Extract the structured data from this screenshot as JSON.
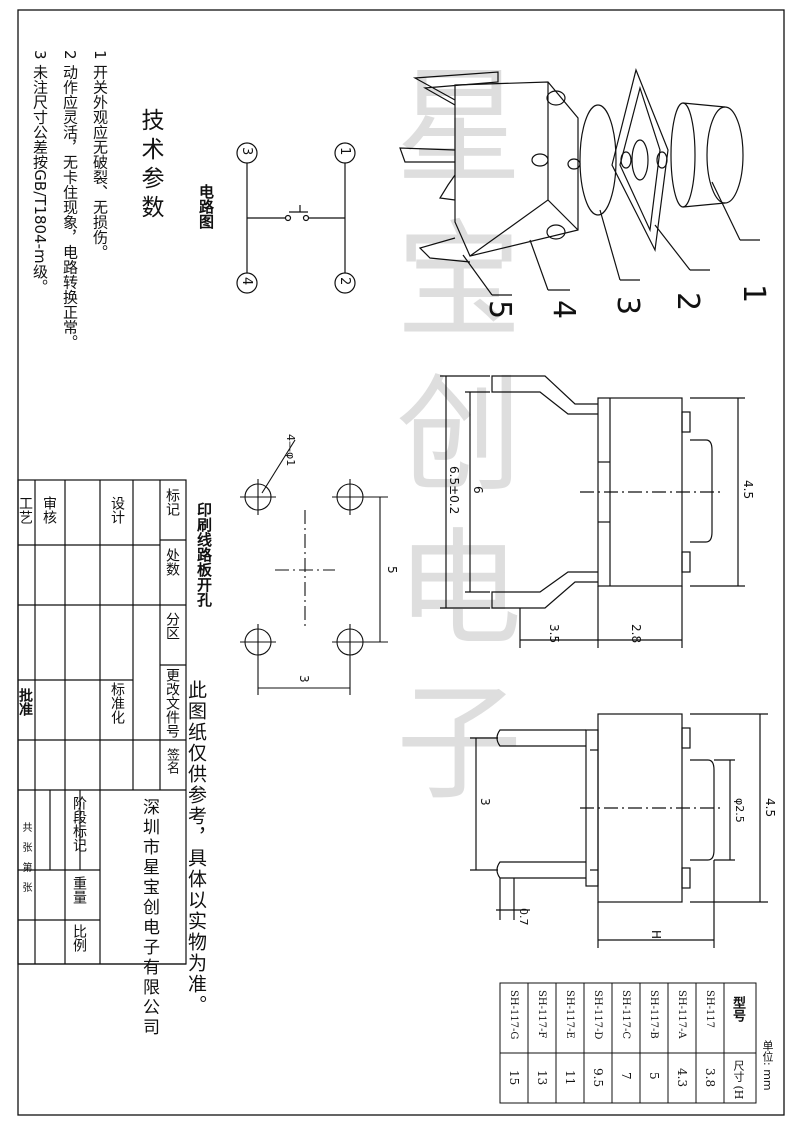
{
  "watermark": "星宝创电子",
  "tech": {
    "title": "技术参数",
    "items": [
      "1 开关外观应无破裂、无损伤。",
      "2 动作应灵活，无卡住现象，电路转换正常。",
      "3 未注尺寸公差按GB/T1804-m级。"
    ]
  },
  "circuit": {
    "title": "电路图",
    "pins": [
      "1",
      "2",
      "3",
      "4"
    ]
  },
  "pcb": {
    "title": "印刷线路板开孔",
    "hole": "4—φ1",
    "dim_h": "3",
    "dim_v": "5"
  },
  "exploded": {
    "parts": [
      "1",
      "2",
      "3",
      "4",
      "5"
    ]
  },
  "side_view": {
    "dims": [
      "6.5±0.2",
      "6",
      "4.5",
      "3.5",
      "2.8"
    ]
  },
  "front_view": {
    "dims": [
      "3",
      "4.5",
      "φ2.5",
      "0.7",
      "H"
    ]
  },
  "note": "此图纸仅供参考，具体以实物为准。",
  "company": "深圳市星宝创电子有限公司",
  "title_block": {
    "row1": [
      "标记",
      "处数",
      "分区",
      "更改文件号",
      "签名"
    ],
    "design": "设计",
    "standard": "标准化",
    "review": "审核",
    "craft": "工艺",
    "approve": "批准",
    "stage_cols": [
      "阶段标记",
      "重量",
      "比例"
    ],
    "sheet": "共　张　第　张"
  },
  "size_table": {
    "unit": "单位: mm",
    "header": [
      "型号",
      "尺寸 (H"
    ],
    "rows": [
      [
        "SH-117",
        "3.8"
      ],
      [
        "SH-117-A",
        "4.3"
      ],
      [
        "SH-117-B",
        "5"
      ],
      [
        "SH-117-C",
        "7"
      ],
      [
        "SH-117-D",
        "9.5"
      ],
      [
        "SH-117-E",
        "11"
      ],
      [
        "SH-117-F",
        "13"
      ],
      [
        "SH-117-G",
        "15"
      ]
    ]
  }
}
